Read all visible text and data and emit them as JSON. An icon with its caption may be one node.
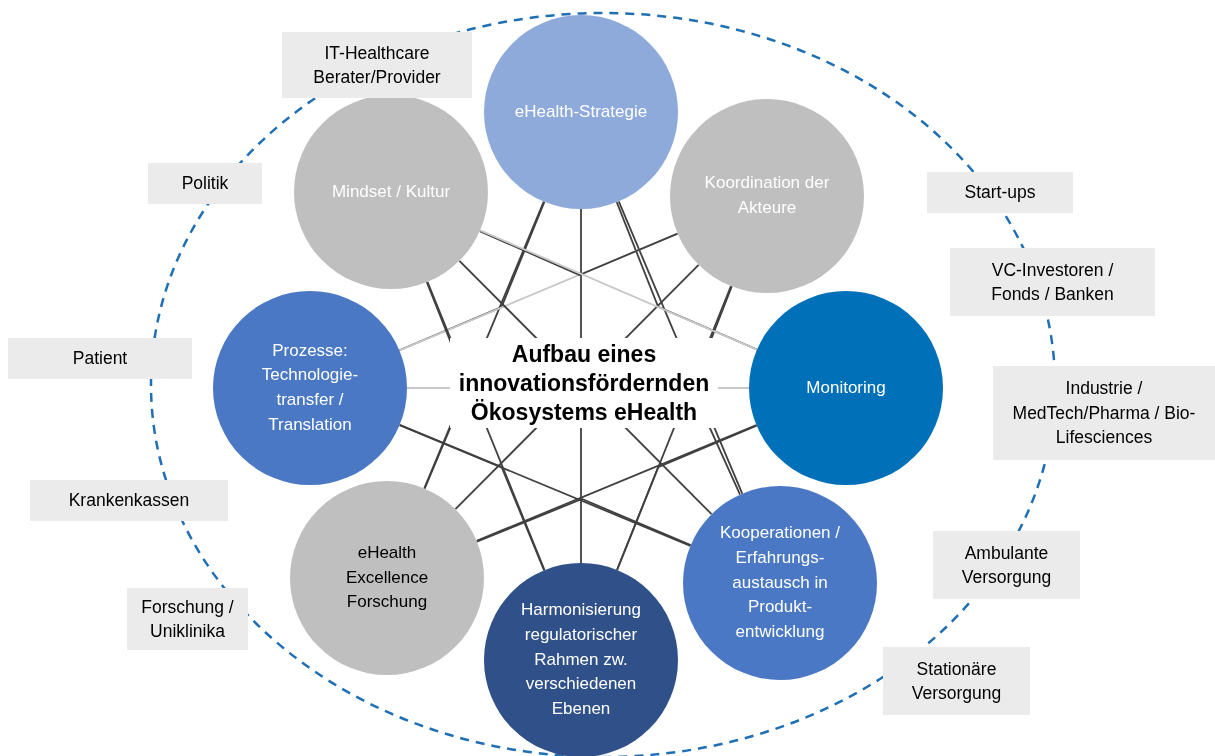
{
  "diagram": {
    "nodes": [
      {
        "text": [
          "eHealth-Strategie"
        ]
      },
      {
        "text": [
          "Koordination der Akteure"
        ]
      },
      {
        "text": [
          "Monitoring"
        ]
      },
      {
        "text": [
          "Kooperationen / Erfahrungs-austausch in Produkt-entwicklung"
        ]
      },
      {
        "text": [
          "Harmonisierung regulatorischer Rahmen zw. verschiedenen Ebenen"
        ]
      },
      {
        "text": [
          "eHealth Excellence Forschung"
        ]
      },
      {
        "text": [
          "Prozesse: Technologie-transfer / Translation"
        ]
      },
      {
        "text": [
          "Mindset / Kultur"
        ]
      },
      {
        "text": [
          "IT-Healthcare Berater/Provider"
        ]
      },
      {
        "text": [
          "Politik"
        ]
      },
      {
        "text": [
          "Start-ups"
        ]
      },
      {
        "text": [
          "VC-Investoren / Fonds / Banken"
        ]
      },
      {
        "text": [
          "Patient"
        ]
      },
      {
        "text": [
          "Industrie / MedTech/Pharma / Bio-Lifesciences"
        ]
      },
      {
        "text": [
          "Krankenkassen"
        ]
      },
      {
        "text": [
          "Ambulante Versorgung"
        ]
      },
      {
        "text": [
          "Forschung / Uniklinika"
        ]
      },
      {
        "text": [
          "Stationäre Versorgung"
        ]
      }
    ],
    "edges": [
      {
        "from": 0,
        "to": 2,
        "arrow": "none"
      },
      {
        "from": 0,
        "to": 3,
        "arrow": "none"
      },
      {
        "from": 0,
        "to": 4,
        "arrow": "none"
      },
      {
        "from": 0,
        "to": 5,
        "arrow": "none"
      },
      {
        "from": 0,
        "to": 6,
        "arrow": "none"
      },
      {
        "from": 1,
        "to": 3,
        "arrow": "none"
      },
      {
        "from": 1,
        "to": 4,
        "arrow": "none"
      },
      {
        "from": 1,
        "to": 5,
        "arrow": "none"
      },
      {
        "from": 1,
        "to": 6,
        "arrow": "none",
        "color": "#c8c8c8"
      },
      {
        "from": 1,
        "to": 7,
        "arrow": "none"
      },
      {
        "from": 2,
        "to": 4,
        "arrow": "none"
      },
      {
        "from": 2,
        "to": 5,
        "arrow": "none"
      },
      {
        "from": 2,
        "to": 6,
        "arrow": "none",
        "color": "#c8c8c8"
      },
      {
        "from": 2,
        "to": 7,
        "arrow": "none",
        "color": "#c8c8c8"
      },
      {
        "from": 3,
        "to": 5,
        "arrow": "none"
      },
      {
        "from": 3,
        "to": 6,
        "arrow": "none"
      },
      {
        "from": 3,
        "to": 7,
        "arrow": "none"
      },
      {
        "from": 4,
        "to": 6,
        "arrow": "none"
      },
      {
        "from": 4,
        "to": 7,
        "arrow": "none"
      },
      {
        "from": 5,
        "to": 7,
        "arrow": "none"
      }
    ],
    "labels": [
      "Aufbau eines innovationsfördernden Ökosystems eHealth"
    ]
  }
}
